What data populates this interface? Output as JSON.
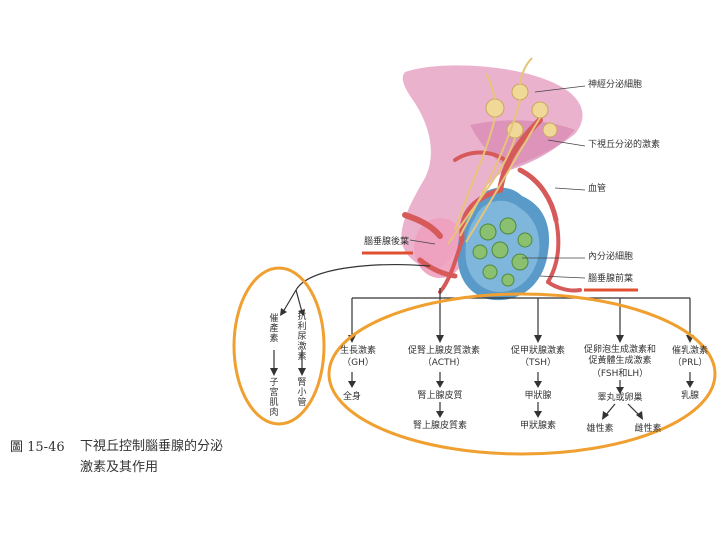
{
  "labels": {
    "neurosecretory_cells": "神經分泌細胞",
    "hypothalamic_hormones": "下視丘分泌的激素",
    "blood_vessel": "血管",
    "posterior_pituitary": "腦垂腺後葉",
    "endocrine_cells": "內分泌細胞",
    "anterior_pituitary": "腦垂腺前葉"
  },
  "posterior_outputs": [
    {
      "hormone": "催產素",
      "target": "子宮肌肉"
    },
    {
      "hormone": "抗利尿激素",
      "target": "腎小管"
    }
  ],
  "anterior_outputs": [
    {
      "hormone": "生長激素",
      "abbr": "（GH）",
      "target": "全身",
      "product": ""
    },
    {
      "hormone": "促腎上腺皮質激素",
      "abbr": "（ACTH）",
      "target": "腎上腺皮質",
      "product": "腎上腺皮質素"
    },
    {
      "hormone": "促甲狀腺激素",
      "abbr": "（TSH）",
      "target": "甲狀腺",
      "product": "甲狀腺素"
    },
    {
      "hormone": "促卵泡生成激素和促黃體生成激素",
      "abbr": "（FSH和LH）",
      "target": "睪丸或卵巢",
      "product": ""
    },
    {
      "hormone": "催乳激素",
      "abbr": "（PRL）",
      "target": "乳腺",
      "product": ""
    }
  ],
  "gonad_products": [
    "雄性素",
    "雌性素"
  ],
  "caption": {
    "number": "圖 15-46",
    "text": "下視丘控制腦垂腺的分泌激素及其作用"
  },
  "colors": {
    "highlight_ring": "#f0a030",
    "label_underline": "#e05030",
    "tissue_pink": "#e8a4c4",
    "vessel_red": "#d65a5a",
    "gland_blue": "#5a9ac8",
    "cell_green": "#8ac070",
    "neuron_yellow": "#f0d898"
  }
}
